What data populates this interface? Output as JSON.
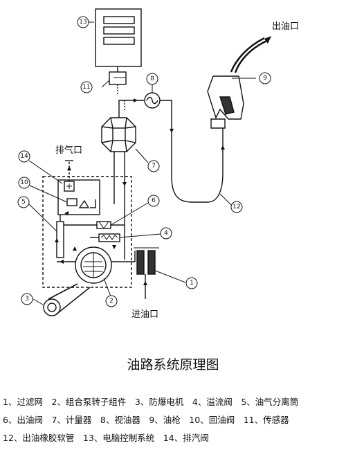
{
  "diagram": {
    "labels": {
      "outlet": "出油口",
      "vent": "排气口",
      "inlet": "进油口"
    },
    "callouts": [
      "1",
      "2",
      "3",
      "4",
      "5",
      "6",
      "7",
      "8",
      "9",
      "10",
      "11",
      "12",
      "13",
      "14"
    ]
  },
  "caption": {
    "title": "油路系统原理图"
  },
  "legend": {
    "lines": [
      "1、过滤网　2、组合泵转子组件　3、防爆电机　4、溢流阀　5、油气分离筒",
      "6、出油阀　7、计量器　8、视油器　9、油枪　10、回油阀　11、传感器",
      "12、出油橡胶软管　13、电脑控制系统　14、排汽阀"
    ]
  }
}
